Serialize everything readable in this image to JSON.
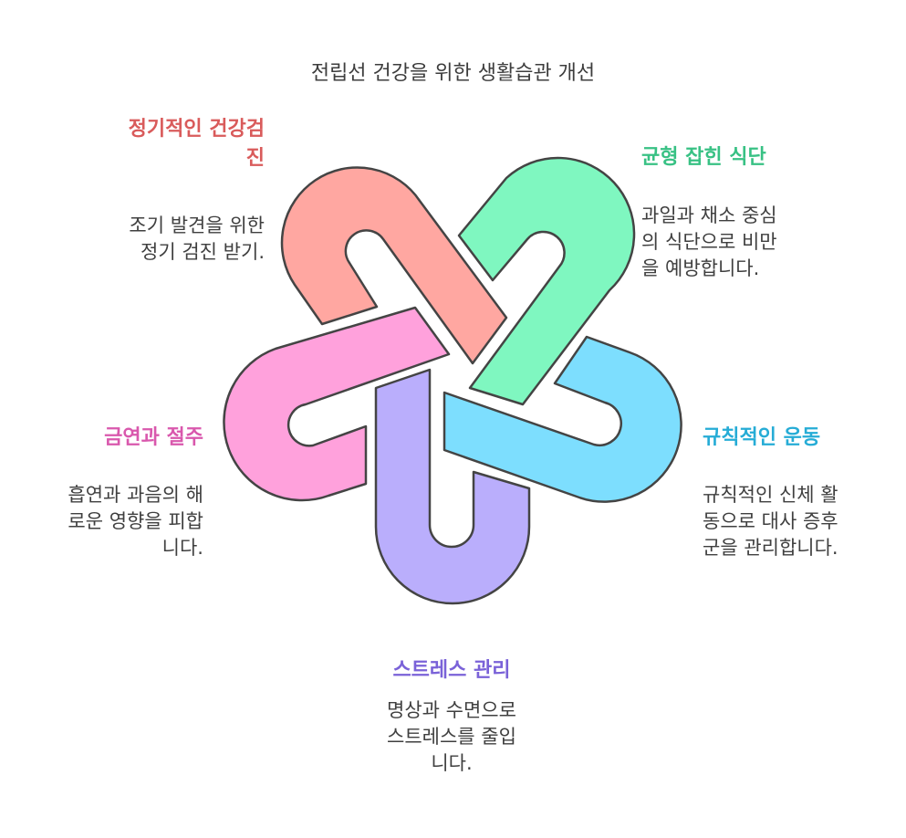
{
  "title": "전립선 건강을 위한 생활습관 개선",
  "colors": {
    "checkup": "#ffa7a1",
    "diet": "#7ff7c0",
    "exercise": "#7ddefe",
    "stress": "#baaefc",
    "smoking": "#ffa1dc",
    "stroke": "#444444"
  },
  "items": [
    {
      "key": "checkup",
      "heading_line1": "정기적인 건강검",
      "heading_line2": "진",
      "heading_color": "#d95b5b",
      "desc_lines": [
        "조기 발견을 위한",
        "정기 검진 받기."
      ]
    },
    {
      "key": "diet",
      "heading": "균형 잡힌 식단",
      "heading_color": "#38c184",
      "desc_lines": [
        "과일과 채소 중심",
        "의 식단으로 비만",
        "을 예방합니다."
      ]
    },
    {
      "key": "exercise",
      "heading": "규칙적인 운동",
      "heading_color": "#26acd6",
      "desc_lines": [
        "규칙적인 신체 활",
        "동으로 대사 증후",
        "군을 관리합니다."
      ]
    },
    {
      "key": "smoking",
      "heading": "금연과 절주",
      "heading_color": "#d958ad",
      "desc_lines": [
        "흡연과 과음의 해",
        "로운 영향을 피합",
        "니다."
      ]
    },
    {
      "key": "stress",
      "heading": "스트레스 관리",
      "heading_color": "#7a62d8",
      "desc_lines": [
        "명상과 수면으로",
        "스트레스를 줄입",
        "니다."
      ]
    }
  ]
}
